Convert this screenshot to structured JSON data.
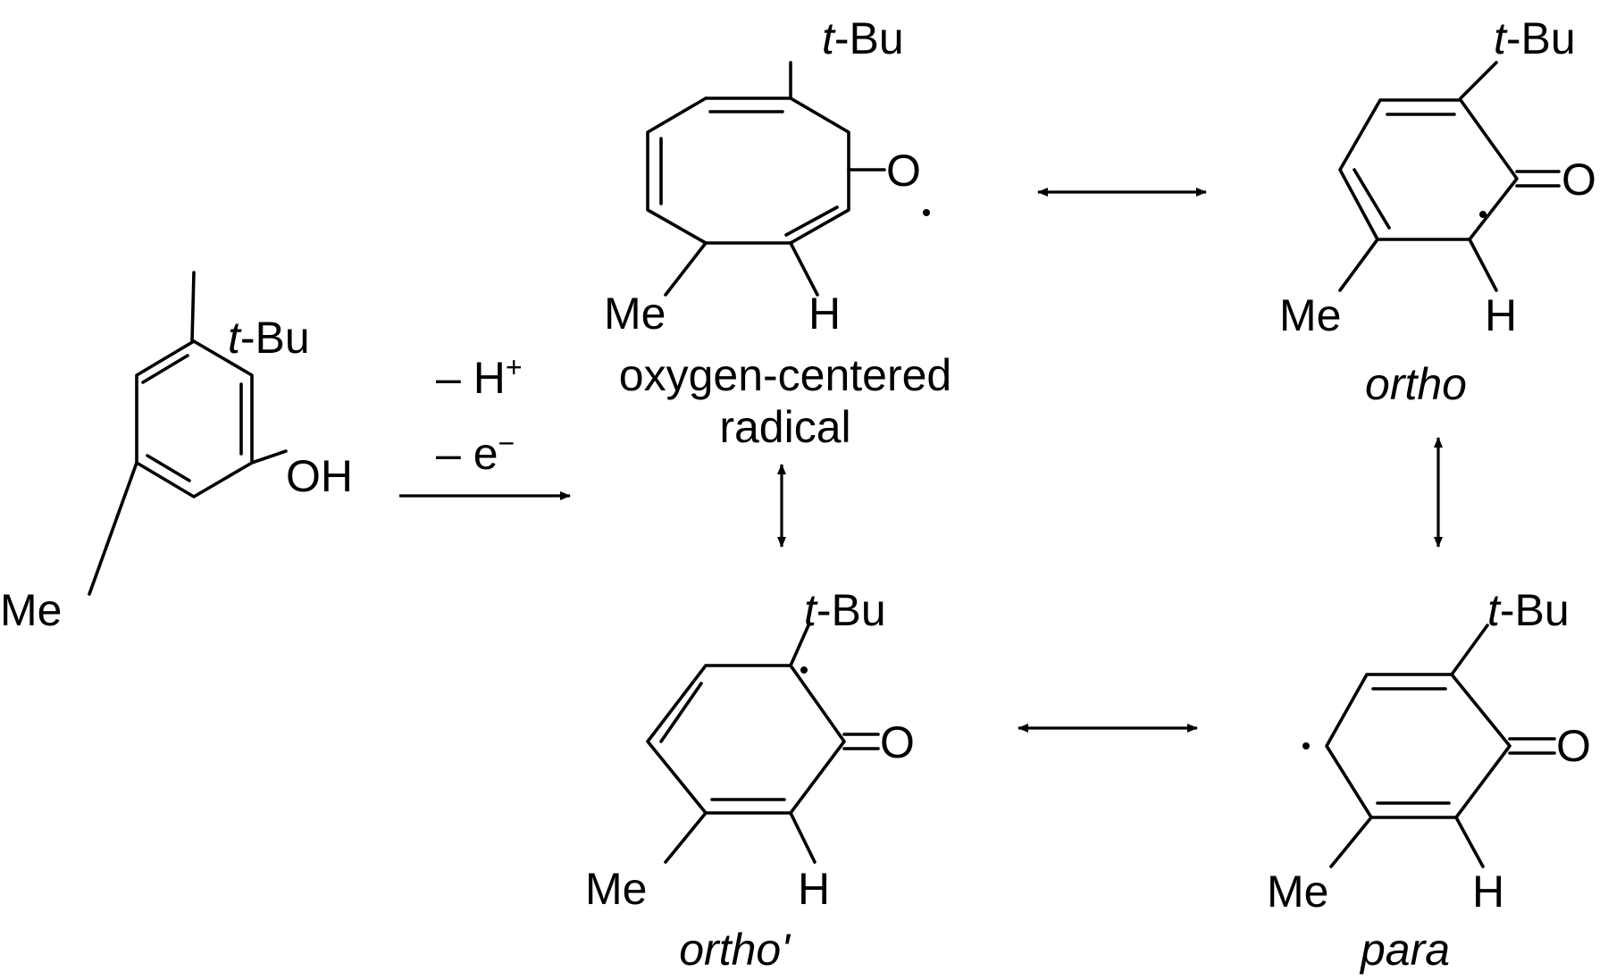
{
  "reagents": {
    "proton": "– H",
    "proton_charge": "+",
    "electron": "– e",
    "electron_charge": "−"
  },
  "labels": {
    "tbu_prefix": "t",
    "tbu_suffix": "-Bu",
    "methyl": "Me",
    "hydroxyl": "OH",
    "oxygen": "O",
    "hydrogen": "H",
    "radical_dot": "·"
  },
  "captions": {
    "oxygen_radical_line1": "oxygen-centered",
    "oxygen_radical_line2": "radical",
    "ortho": "ortho",
    "ortho_prime": "ortho'",
    "para": "para"
  }
}
